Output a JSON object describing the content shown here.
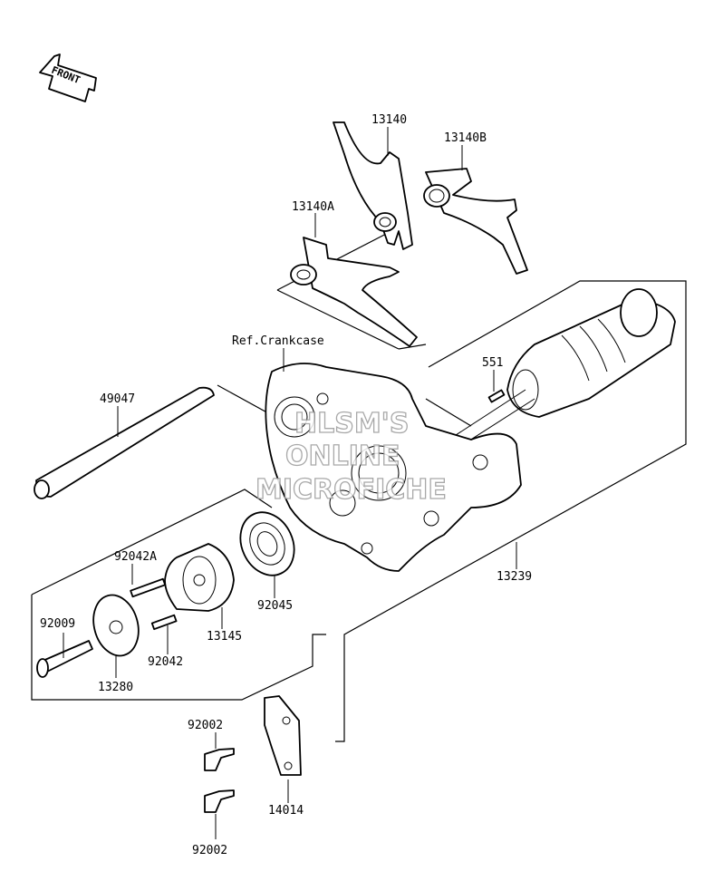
{
  "front_arrow_label": "FRONT",
  "reference_label": "Ref.Crankcase",
  "part_numbers": {
    "fork_top": "13140",
    "fork_b": "13140B",
    "fork_a": "13140A",
    "pin_551": "551",
    "shaft": "49047",
    "pin_a": "92042A",
    "bolt_92009": "92009",
    "bearing": "92045",
    "holder": "13145",
    "pin_92042": "92042",
    "plate": "13280",
    "drum": "13239",
    "bolt_upper": "92002",
    "stopper": "14014",
    "bolt_lower": "92002"
  },
  "watermark": [
    "HLSM'S",
    "ONLINE",
    "MICROFICHE"
  ]
}
